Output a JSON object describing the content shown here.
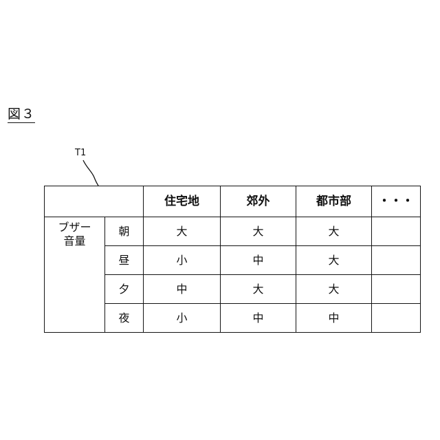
{
  "figure": {
    "label": "図３",
    "ref_label": "T1"
  },
  "table": {
    "columns": [
      "住宅地",
      "郊外",
      "都市部",
      "・・・"
    ],
    "group_label_lines": [
      "ブザー",
      "音量"
    ],
    "rows": [
      {
        "time": "朝",
        "values": [
          "大",
          "大",
          "大",
          ""
        ]
      },
      {
        "time": "昼",
        "values": [
          "小",
          "中",
          "大",
          ""
        ]
      },
      {
        "time": "夕",
        "values": [
          "中",
          "大",
          "大",
          ""
        ]
      },
      {
        "time": "夜",
        "values": [
          "小",
          "中",
          "中",
          ""
        ]
      }
    ]
  }
}
